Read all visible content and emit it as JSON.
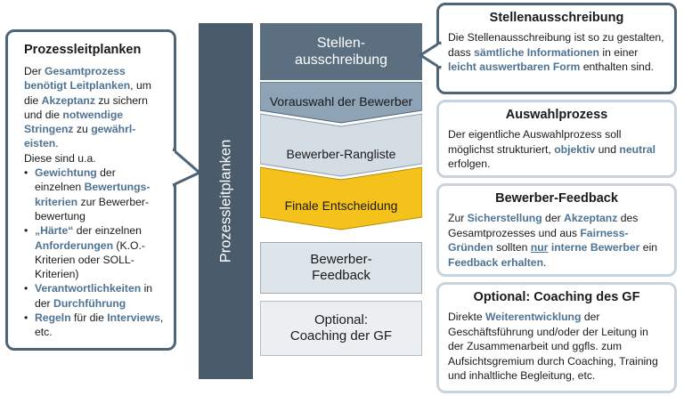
{
  "left_panel": {
    "title": "Prozessleitplanken",
    "intro": {
      "t1": "Der ",
      "b1": "Gesamtprozess benötigt Leitplanken",
      "t2": ", um die ",
      "b2": "Akzeptanz",
      "t3": " zu sichern und die ",
      "b3": "notwendige Stringenz",
      "t4": " zu ",
      "b4": "gewährl-eisten",
      "t5": "."
    },
    "diese": "Diese sind u.a.",
    "bullets": [
      {
        "b": "Gewichtung",
        "t": " der einzelnen ",
        "b2": "Bewertungs-kriterien",
        "t2": " zur Bewerber-bewertung"
      },
      {
        "b": "„Härte“",
        "t": " der einzelnen ",
        "b2": "Anforderungen",
        "t2": " (K.O.-Kriterien oder SOLL-Kriterien)"
      },
      {
        "b": "Verantwortlichkeiten",
        "t": " in der ",
        "b2": "Durchführung",
        "t2": ""
      },
      {
        "b": "Regeln",
        "t": " für die ",
        "b2": "Interviews",
        "t2": ", etc."
      }
    ]
  },
  "center_bar": {
    "label": "Prozessleitplanken"
  },
  "steps": [
    "Stellen-ausschreibung",
    "Vorauswahl der Bewerber",
    "Bewerber-Rangliste",
    "Finale Entscheidung",
    "Bewerber-Feedback",
    "Optional: Coaching der GF"
  ],
  "right_boxes": {
    "box1": {
      "title": "Stellenausschreibung",
      "t1": "Die Stellenausschreibung ist so zu gestalten, dass ",
      "b1": "sämtliche Informationen",
      "t2": " in einer ",
      "b2": "leicht auswertbaren Form",
      "t3": " enthalten sind."
    },
    "box2": {
      "title": "Auswahlprozess",
      "t1": "Der eigentliche Auswahlprozess soll möglichst strukturiert, ",
      "b1": "objektiv",
      "t2": " und ",
      "b2": "neutral",
      "t3": " erfolgen."
    },
    "box3": {
      "title": "Bewerber-Feedback",
      "t1": "Zur ",
      "b1": "Sicherstellung",
      "t2": " der ",
      "b2": "Akzeptanz",
      "t3": " des Gesamtprozesses und aus ",
      "b3": "Fairness-Gründen",
      "t4": " sollten ",
      "b4": "nur",
      "t5": " ",
      "b5": "interne Bewerber",
      "t6": " ein ",
      "b6": "Feedback erhalten",
      "t7": "."
    },
    "box4": {
      "title": "Optional: Coaching des GF",
      "t1": "Direkte ",
      "b1": "Weiterentwicklung",
      "t2": " der Geschäftsführung und/oder der Leitung in der Zusammenarbeit und ggfls. zum Aufsichtsgremium durch Coaching, Training und inhaltliche Begleitung, etc."
    }
  },
  "colors": {
    "accent": "#4e7394",
    "dark": "#4a5c6c",
    "final": "#f5c21b"
  }
}
